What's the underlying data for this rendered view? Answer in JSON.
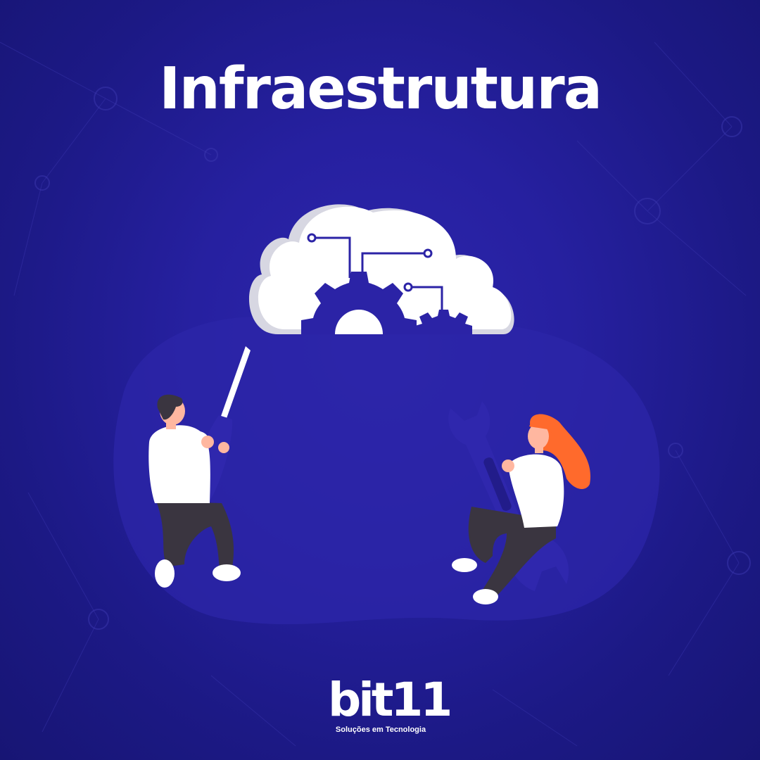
{
  "headline": "Infraestrutura",
  "brand": {
    "name": "bit11",
    "tagline": "Soluções em Tecnologia"
  },
  "colors": {
    "background": "#2620a0",
    "accent": "#3a2fb8",
    "hair": "#ff6a2c",
    "white": "#ffffff"
  },
  "illustration": {
    "icons": [
      "cloud-icon",
      "gear-icon",
      "circuit-icon",
      "screwdriver-icon",
      "wrench-icon"
    ]
  }
}
